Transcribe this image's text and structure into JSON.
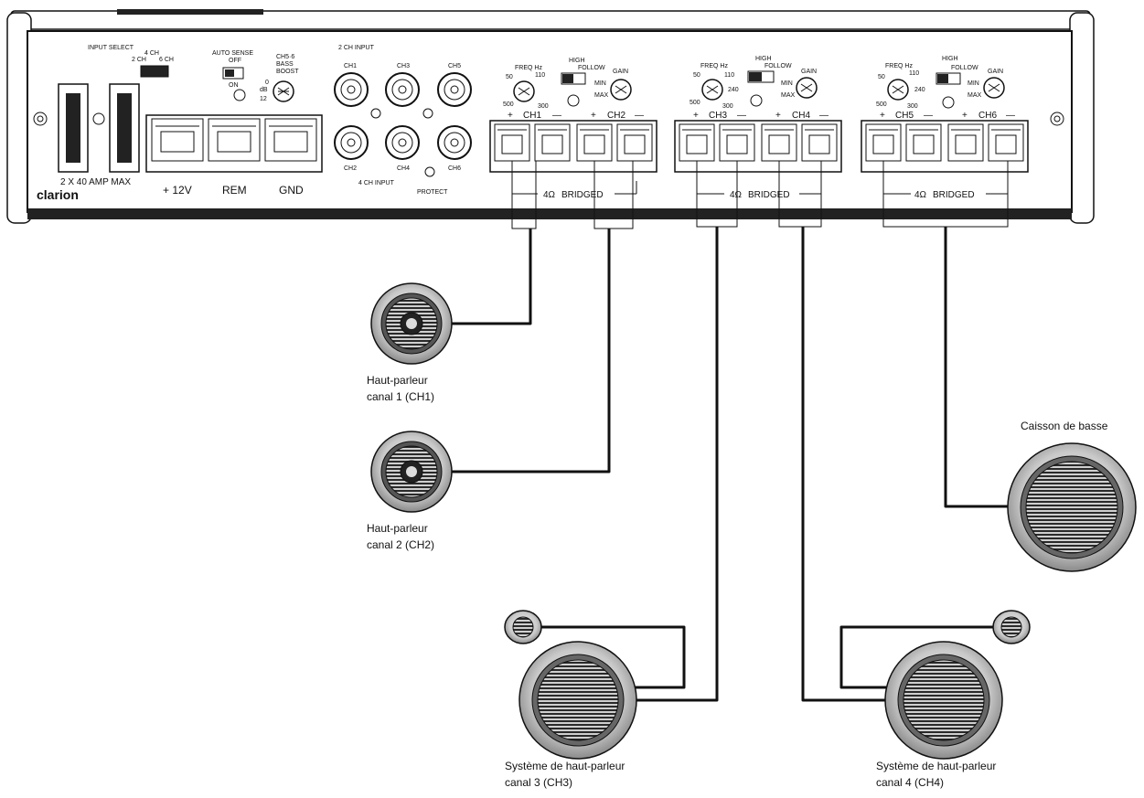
{
  "amplifier": {
    "brand": "clarion",
    "fuse_label": "2 X 40 AMP MAX",
    "power_terminals": [
      "+ 12V",
      "REM",
      "GND"
    ],
    "input_select": {
      "title": "INPUT SELECT",
      "opt_4ch": "4 CH",
      "opt_2ch": "2 CH",
      "opt_6ch": "6 CH"
    },
    "auto_sense": {
      "title": "AUTO SENSE",
      "off": "OFF",
      "on": "ON"
    },
    "bass_boost": {
      "title_line1": "CH5·6",
      "title_line2": "BASS",
      "title_line3": "BOOST",
      "val_0": "0",
      "val_db": "dB",
      "val_12": "12"
    },
    "input_top": "2 CH INPUT",
    "input_bottom": "4 CH INPUT",
    "protect": "PROTECT",
    "rca": [
      "CH1",
      "CH3",
      "CH5",
      "CH2",
      "CH4",
      "CH6"
    ],
    "freq_label": "FREQ Hz",
    "freq_vals": {
      "v50": "50",
      "v110": "110",
      "v240": "240",
      "v500": "500",
      "v300": "300"
    },
    "high_label": "HIGH",
    "follow_label": "FOLLOW",
    "gain_label": "GAIN",
    "gain_min": "MIN",
    "gain_max": "MAX",
    "channels": [
      "CH1",
      "CH2",
      "CH3",
      "CH4",
      "CH5",
      "CH6"
    ],
    "plus": "+",
    "minus": "—",
    "bridged_label": "BRIDGED",
    "ohm_label": "4Ω"
  },
  "speakers": {
    "ch1": {
      "line1": "Haut-parleur",
      "line2": "canal 1 (CH1)"
    },
    "ch2": {
      "line1": "Haut-parleur",
      "line2": "canal 2 (CH2)"
    },
    "sub": {
      "line1": "Caisson de basse"
    },
    "ch3": {
      "line1": "Système de haut-parleur",
      "line2": "canal 3 (CH3)"
    },
    "ch4": {
      "line1": "Système de haut-parleur",
      "line2": "canal 4 (CH4)"
    }
  }
}
